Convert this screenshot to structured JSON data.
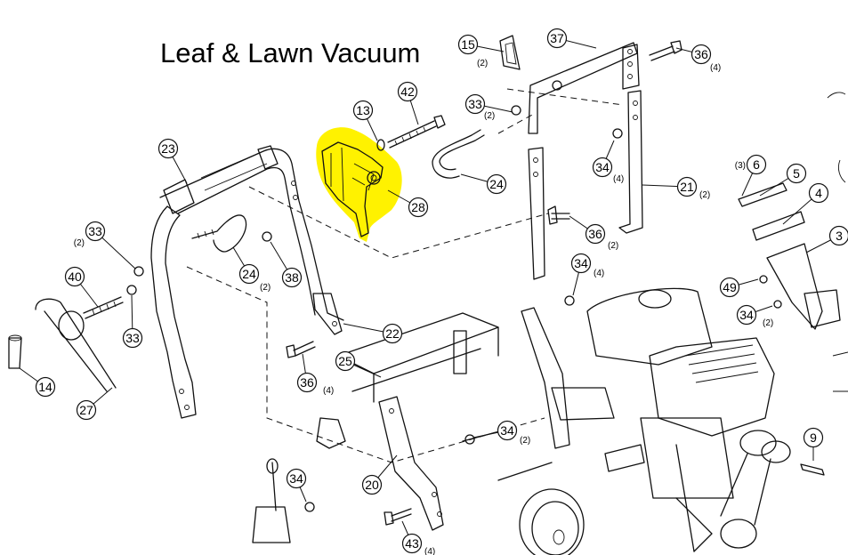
{
  "title": "Leaf & Lawn Vacuum",
  "highlight_color": "#fff200",
  "callouts": [
    {
      "num": "15",
      "qty": "(2)"
    },
    {
      "num": "37",
      "qty": ""
    },
    {
      "num": "36",
      "qty": "(4)"
    },
    {
      "num": "42",
      "qty": ""
    },
    {
      "num": "13",
      "qty": ""
    },
    {
      "num": "33",
      "qty": "(2)"
    },
    {
      "num": "23",
      "qty": ""
    },
    {
      "num": "28",
      "qty": ""
    },
    {
      "num": "24",
      "qty": ""
    },
    {
      "num": "34",
      "qty": "(4)"
    },
    {
      "num": "21",
      "qty": "(2)"
    },
    {
      "num": "6",
      "qty": "(3)"
    },
    {
      "num": "5",
      "qty": ""
    },
    {
      "num": "4",
      "qty": ""
    },
    {
      "num": "3",
      "qty": ""
    },
    {
      "num": "33",
      "qty": "(2)"
    },
    {
      "num": "24",
      "qty": "(2)"
    },
    {
      "num": "38",
      "qty": ""
    },
    {
      "num": "36",
      "qty": "(2)"
    },
    {
      "num": "34",
      "qty": "(4)"
    },
    {
      "num": "40",
      "qty": ""
    },
    {
      "num": "33",
      "qty": ""
    },
    {
      "num": "22",
      "qty": ""
    },
    {
      "num": "49",
      "qty": ""
    },
    {
      "num": "34",
      "qty": "(2)"
    },
    {
      "num": "14",
      "qty": ""
    },
    {
      "num": "36",
      "qty": "(4)"
    },
    {
      "num": "25",
      "qty": ""
    },
    {
      "num": "27",
      "qty": ""
    },
    {
      "num": "34",
      "qty": "(2)"
    },
    {
      "num": "9",
      "qty": ""
    },
    {
      "num": "20",
      "qty": ""
    },
    {
      "num": "34",
      "qty": ""
    },
    {
      "num": "43",
      "qty": "(4)"
    }
  ]
}
